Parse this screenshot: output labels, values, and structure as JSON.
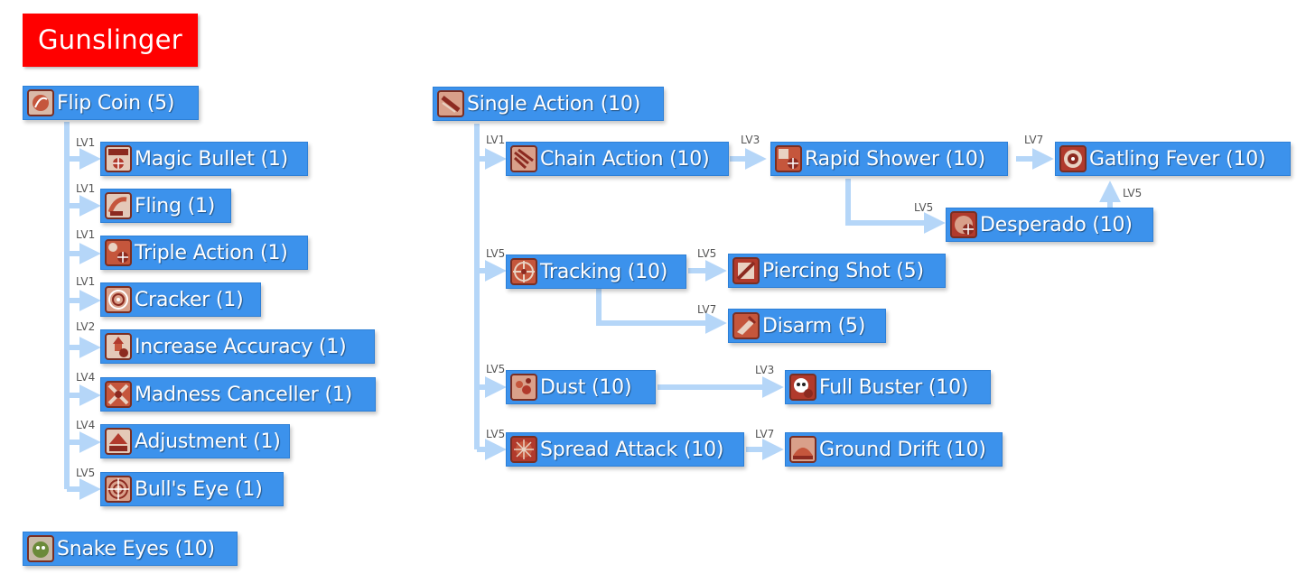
{
  "title": "Gunslinger",
  "colors": {
    "title_bg": "#ff0000",
    "skill_bg": "#3c92ec",
    "connector": "#b5d6f8",
    "icon_bg": "#b13a2c"
  },
  "skills": {
    "flip_coin": {
      "label": "Flip Coin (5)",
      "icon": "coin-icon"
    },
    "magic_bullet": {
      "label": "Magic Bullet (1)",
      "icon": "magic-bullet-icon"
    },
    "fling": {
      "label": "Fling (1)",
      "icon": "fling-icon"
    },
    "triple_action": {
      "label": "Triple Action (1)",
      "icon": "triple-action-icon"
    },
    "cracker": {
      "label": "Cracker (1)",
      "icon": "cracker-icon"
    },
    "increase_accuracy": {
      "label": "Increase Accuracy (1)",
      "icon": "accuracy-icon"
    },
    "madness_canceller": {
      "label": "Madness Canceller (1)",
      "icon": "madness-icon"
    },
    "adjustment": {
      "label": "Adjustment (1)",
      "icon": "adjustment-icon"
    },
    "bulls_eye": {
      "label": "Bull's Eye (1)",
      "icon": "target-icon"
    },
    "snake_eyes": {
      "label": "Snake Eyes (10)",
      "icon": "snake-icon"
    },
    "single_action": {
      "label": "Single Action (10)",
      "icon": "single-action-icon"
    },
    "chain_action": {
      "label": "Chain Action (10)",
      "icon": "chain-action-icon"
    },
    "rapid_shower": {
      "label": "Rapid Shower (10)",
      "icon": "rapid-shower-icon"
    },
    "gatling_fever": {
      "label": "Gatling Fever (10)",
      "icon": "gatling-icon"
    },
    "desperado": {
      "label": "Desperado (10)",
      "icon": "desperado-icon"
    },
    "tracking": {
      "label": "Tracking (10)",
      "icon": "tracking-icon"
    },
    "piercing_shot": {
      "label": "Piercing Shot (5)",
      "icon": "piercing-icon"
    },
    "disarm": {
      "label": "Disarm (5)",
      "icon": "disarm-icon"
    },
    "dust": {
      "label": "Dust (10)",
      "icon": "dust-icon"
    },
    "full_buster": {
      "label": "Full Buster (10)",
      "icon": "skull-icon"
    },
    "spread_attack": {
      "label": "Spread Attack (10)",
      "icon": "spread-icon"
    },
    "ground_drift": {
      "label": "Ground Drift (10)",
      "icon": "ground-drift-icon"
    }
  },
  "requirements": {
    "magic_bullet": "LV1",
    "fling": "LV1",
    "triple_action": "LV1",
    "cracker": "LV1",
    "increase_accuracy": "LV2",
    "madness_canceller": "LV4",
    "adjustment": "LV4",
    "bulls_eye": "LV5",
    "chain_action": "LV1",
    "rapid_shower": "LV3",
    "gatling_fever": "LV7",
    "desperado": "LV5",
    "gatling_from_desperado": "LV5",
    "tracking": "LV5",
    "piercing_shot": "LV5",
    "disarm": "LV7",
    "dust": "LV5",
    "full_buster": "LV3",
    "spread_attack": "LV5",
    "ground_drift": "LV7"
  }
}
